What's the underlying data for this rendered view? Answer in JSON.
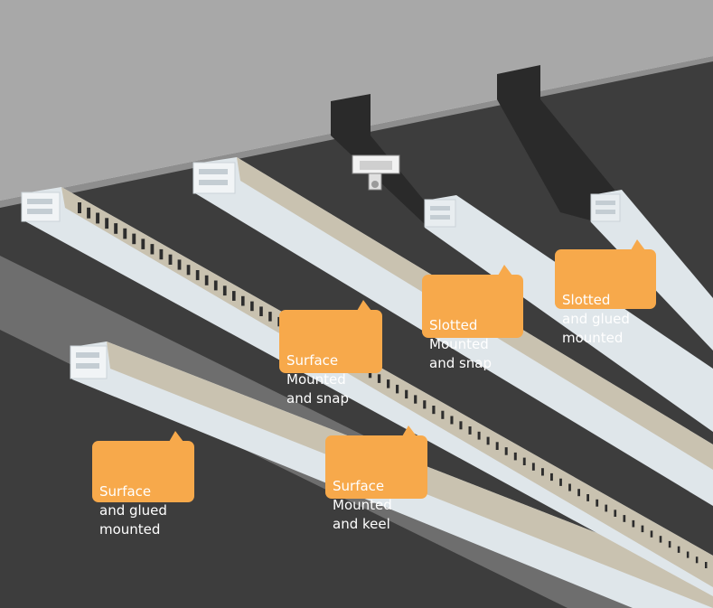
{
  "diagram": {
    "colors": {
      "ceiling_concrete": "#a8a8a8",
      "ceiling_board": "#3d3d3d",
      "profile_face": "#dfe6ea",
      "profile_top": "#c9c2b0",
      "callout_fill": "#f7a94b",
      "callout_text": "#ffffff"
    },
    "labels": {
      "surface_snap": "Surface\nMounted\nand snap",
      "slotted_snap": "Slotted\nMounted\nand snap",
      "slotted_glued": "Slotted\nand glued\nmounted",
      "surface_glued": "Surface\nand glued\nmounted",
      "surface_keel": "Surface\nMounted\nand keel"
    },
    "icons": [
      "mounting-clip-icon"
    ]
  }
}
